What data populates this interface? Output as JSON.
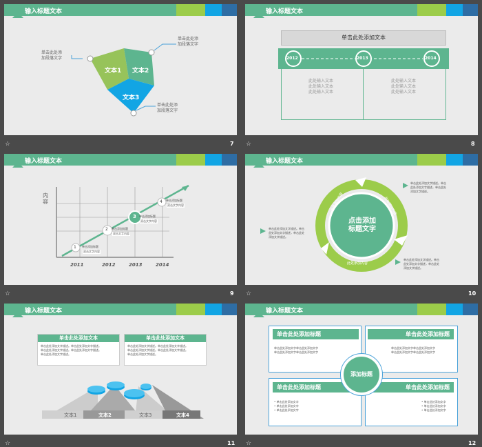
{
  "header_title": "输入标题文本",
  "page_numbers": [
    "7",
    "8",
    "9",
    "10",
    "11",
    "12"
  ],
  "slide7": {
    "t1": "文本1",
    "t2": "文本2",
    "t3": "文本3",
    "callout_a": [
      "单击此处添",
      "加段落文字"
    ],
    "callout_b": [
      "单击此处添",
      "加段落文字"
    ],
    "callout_c": [
      "单击此处添",
      "加段落文字"
    ]
  },
  "slide8": {
    "title": "单击此处添加文本",
    "years": [
      "2012",
      "2013",
      "2014"
    ],
    "col_text": [
      "此处输入文本",
      "此处输入文本",
      "此处输入文本"
    ]
  },
  "slide9": {
    "ylabel": "内容",
    "years": [
      "2011",
      "2012",
      "2013",
      "2014"
    ],
    "steps": [
      "1",
      "2",
      "3",
      "4"
    ],
    "step_title": "单击添加标题",
    "step_text": "双击文字内容"
  },
  "slide10": {
    "center": [
      "点击添加",
      "标题文字"
    ],
    "arc_texts": [
      "此处添加内容",
      "此处添加内容",
      "此处添加内容"
    ],
    "side_text": [
      "单击此处添加文字描述。单击",
      "此处添加文字描述，单击此处",
      "添加文字描述。"
    ]
  },
  "slide11": {
    "card_titles": [
      "单击此处添加文本",
      "单击此处添加文本"
    ],
    "card_text": [
      "单击此处添加文字描述。单击此处添加文字描述。",
      "单击此处添加文字描述。单击此处添加文字描述。",
      "单击此处添加文字描述。"
    ],
    "bars": [
      "文本1",
      "文本2",
      "文本3",
      "文本4"
    ]
  },
  "slide12": {
    "box_title": "单击此处添加标题",
    "center": "添加标题",
    "box_text": [
      "单击此处添加文字单击此处添加文字",
      "单击此处添加文字单击此处添加文字"
    ],
    "bullets": [
      "单击此处添加文字",
      "单击此处添加文字",
      "单击此处添加文字"
    ]
  }
}
